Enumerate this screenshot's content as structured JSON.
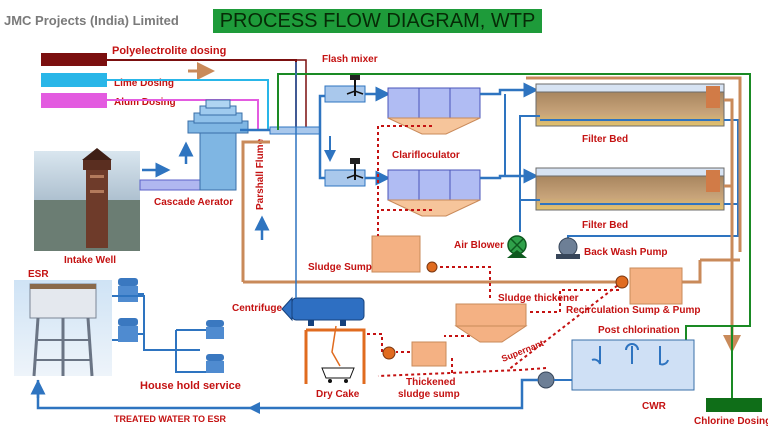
{
  "header": {
    "company": "JMC Projects (India) Limited",
    "title": "PROCESS FLOW DIAGRAM, WTP"
  },
  "dosing": {
    "polyelectrolite": "Polyelectrolite dosing",
    "lime": "Lime Dosing",
    "alum": "Alum Dosing",
    "chlorine": "Chlorine Dosing"
  },
  "units": {
    "flash_mixer": "Flash mixer",
    "clarifloculator": "Clarifloculator",
    "filter_bed_1": "Filter Bed",
    "filter_bed_2": "Filter Bed",
    "parshall_flume": "Parshall Flume",
    "cascade_aerator": "Cascade Aerator",
    "intake_well": "Intake Well",
    "air_blower": "Air Blower",
    "back_wash_pump": "Back Wash Pump",
    "sludge_sump": "Sludge Sump",
    "sludge_thickener": "Sludge thickener",
    "recirculation": "Recirculation Sump & Pump",
    "post_chlorination": "Post chlorination",
    "centrifuge": "Centrifuge",
    "dry_cake": "Dry Cake",
    "thickened_sump": "Thickened sludge sump",
    "supernant": "Supernant",
    "cwr": "CWR",
    "esr": "ESR",
    "household": "House hold service",
    "treated_water": "TREATED WATER TO ESR"
  },
  "colors": {
    "poly": "#7b0f0f",
    "lime": "#29b6e8",
    "alum": "#e35be0",
    "pipe": "#c98a5a",
    "water": "#2e74c0",
    "sludge": "#c41212",
    "chlorine": "#1a8a24",
    "tank": "#cfd9f5",
    "sludge_tank": "#f4b183"
  }
}
